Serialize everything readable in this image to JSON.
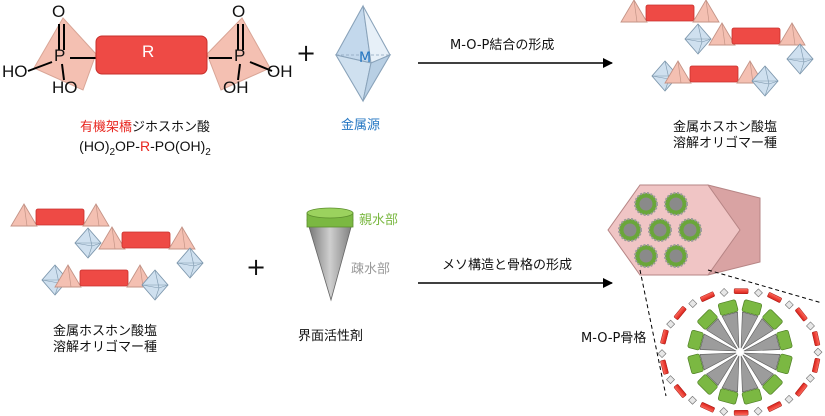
{
  "molecule": {
    "oxygen": "O",
    "phosphorus": "P",
    "hydroxyl_left": "HO",
    "hydroxyl": "HO",
    "oxygen_h": "OH",
    "core": "R",
    "plus": "+"
  },
  "linker": {
    "name_red": "有機架橋",
    "name_rest": "ジホスホン酸",
    "formula_a": "(HO)",
    "sub2a": "2",
    "formula_b": "OP-",
    "formula_r": "R",
    "formula_c": "-PO(OH)",
    "sub2b": "2"
  },
  "metal": {
    "symbol": "M",
    "label": "金属源"
  },
  "arrow1": {
    "label": "M-O-P結合の形成"
  },
  "oligomer": {
    "line1": "金属ホスホン酸塩",
    "line2": "溶解オリゴマー種"
  },
  "plus2": "+",
  "surfactant": {
    "hydrophilic": "親水部",
    "hydrophobic": "疎水部",
    "label": "界面活性剤"
  },
  "arrow2": {
    "label": "メソ構造と骨格の形成"
  },
  "framework": {
    "label": "M-O-P骨格"
  },
  "colors": {
    "linker_red": "#e8261f",
    "tetra_pink": "#f4c0b2",
    "octa_blue": "#cfe0ef",
    "surfactant_green": "#7bb842",
    "prism_pink": "#f0c5c5"
  }
}
